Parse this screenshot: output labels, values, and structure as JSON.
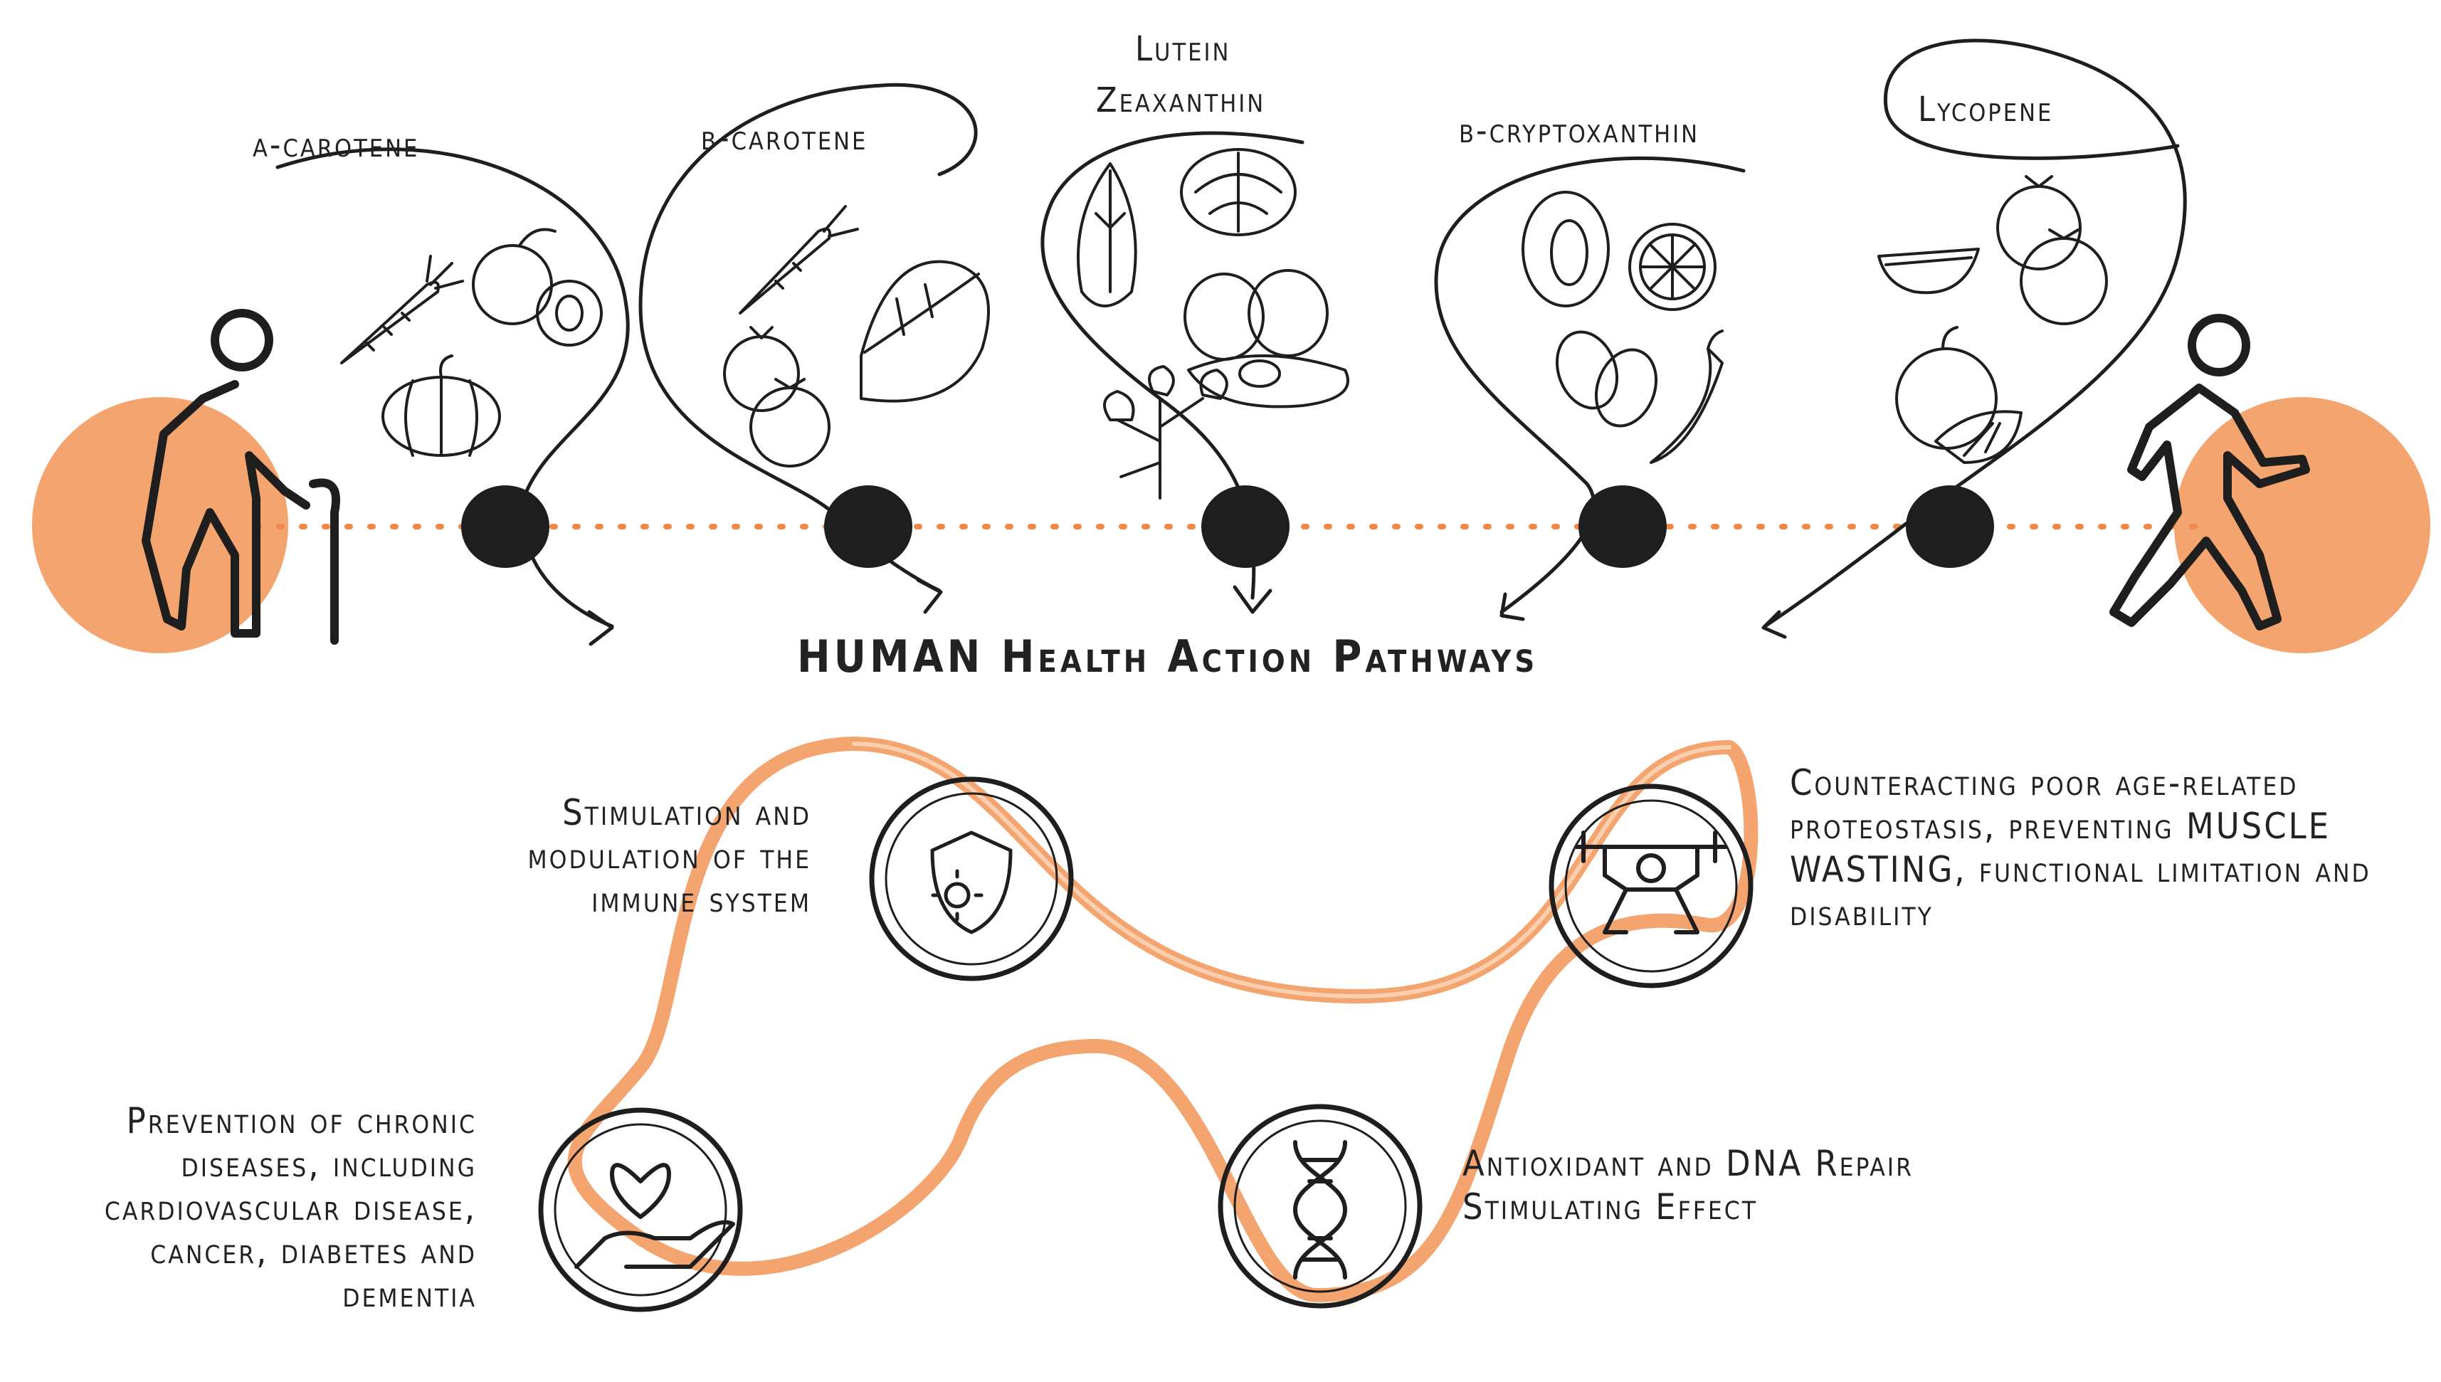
{
  "carotenoids": [
    {
      "label": "α-carotene",
      "foods": [
        "carrot-icon",
        "peach-icon",
        "pumpkin-icon"
      ]
    },
    {
      "label": "β-carotene",
      "foods": [
        "carrot-icon",
        "spinach-icon",
        "tomato-icon"
      ]
    },
    {
      "label": "Lutein",
      "label2": "Zeaxanthin",
      "foods": [
        "endive-icon",
        "cabbage-icon",
        "egg-icon",
        "parsley-icon"
      ]
    },
    {
      "label": "β-cryptoxanthin",
      "foods": [
        "papaya-icon",
        "orange-slice-icon",
        "pistachio-icon",
        "chili-pepper-icon"
      ]
    },
    {
      "label": "Lycopene",
      "foods": [
        "watermelon-icon",
        "tomato-icon",
        "grapefruit-icon"
      ]
    }
  ],
  "diagram_title": "HUMAN Health Action Pathways",
  "pathways": [
    {
      "text": "Stimulation and modulation of the immune system",
      "icon": "shield-virus-icon"
    },
    {
      "text": "Counteracting poor age-related proteostasis, preventing MUSCLE WASTING, functional limitation and disability",
      "icon": "weightlifter-icon"
    },
    {
      "text": "Prevention of chronic diseases, including cardiovascular disease, cancer, diabetes and dementia",
      "icon": "hand-heart-icon"
    },
    {
      "text": "Antioxidant and DNA Repair Stimulating Effect",
      "icon": "dna-icon"
    }
  ],
  "colors": {
    "accent": "#f4a46e",
    "accent_light": "#f9cfb0",
    "ink": "#1e1e1e"
  },
  "figures": {
    "left": "elderly-person-with-cane-icon",
    "right": "walking-person-icon"
  }
}
